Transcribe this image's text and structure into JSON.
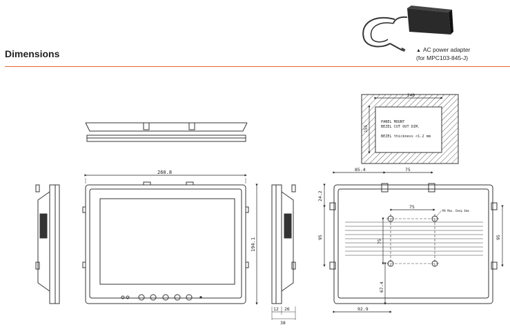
{
  "section": {
    "title": "Dimensions"
  },
  "adapter": {
    "caption_line1": "AC power adapter",
    "caption_line2": "(for MPC103-845-J)"
  },
  "cutout": {
    "width_label": "240",
    "height_label": "155",
    "note_line1": "PANEL MOUNT",
    "note_line2": "BEZEL CUT OUT DIM.",
    "note_line3": "BEZEL thickness <1.2 mm"
  },
  "front": {
    "width_label": "260.8",
    "height_label": "194.1"
  },
  "side": {
    "dim_a": "12",
    "dim_b": "26",
    "dim_c": "38"
  },
  "rear": {
    "top_a": "85.4",
    "top_b": "75",
    "left_top": "24.2",
    "left_mid": "95",
    "right_mid": "95",
    "inner_h": "75",
    "inner_v": "75",
    "bottom_v": "67.4",
    "bottom_h": "92.9",
    "screw_note": "M4 Max. Deep 4mm"
  }
}
